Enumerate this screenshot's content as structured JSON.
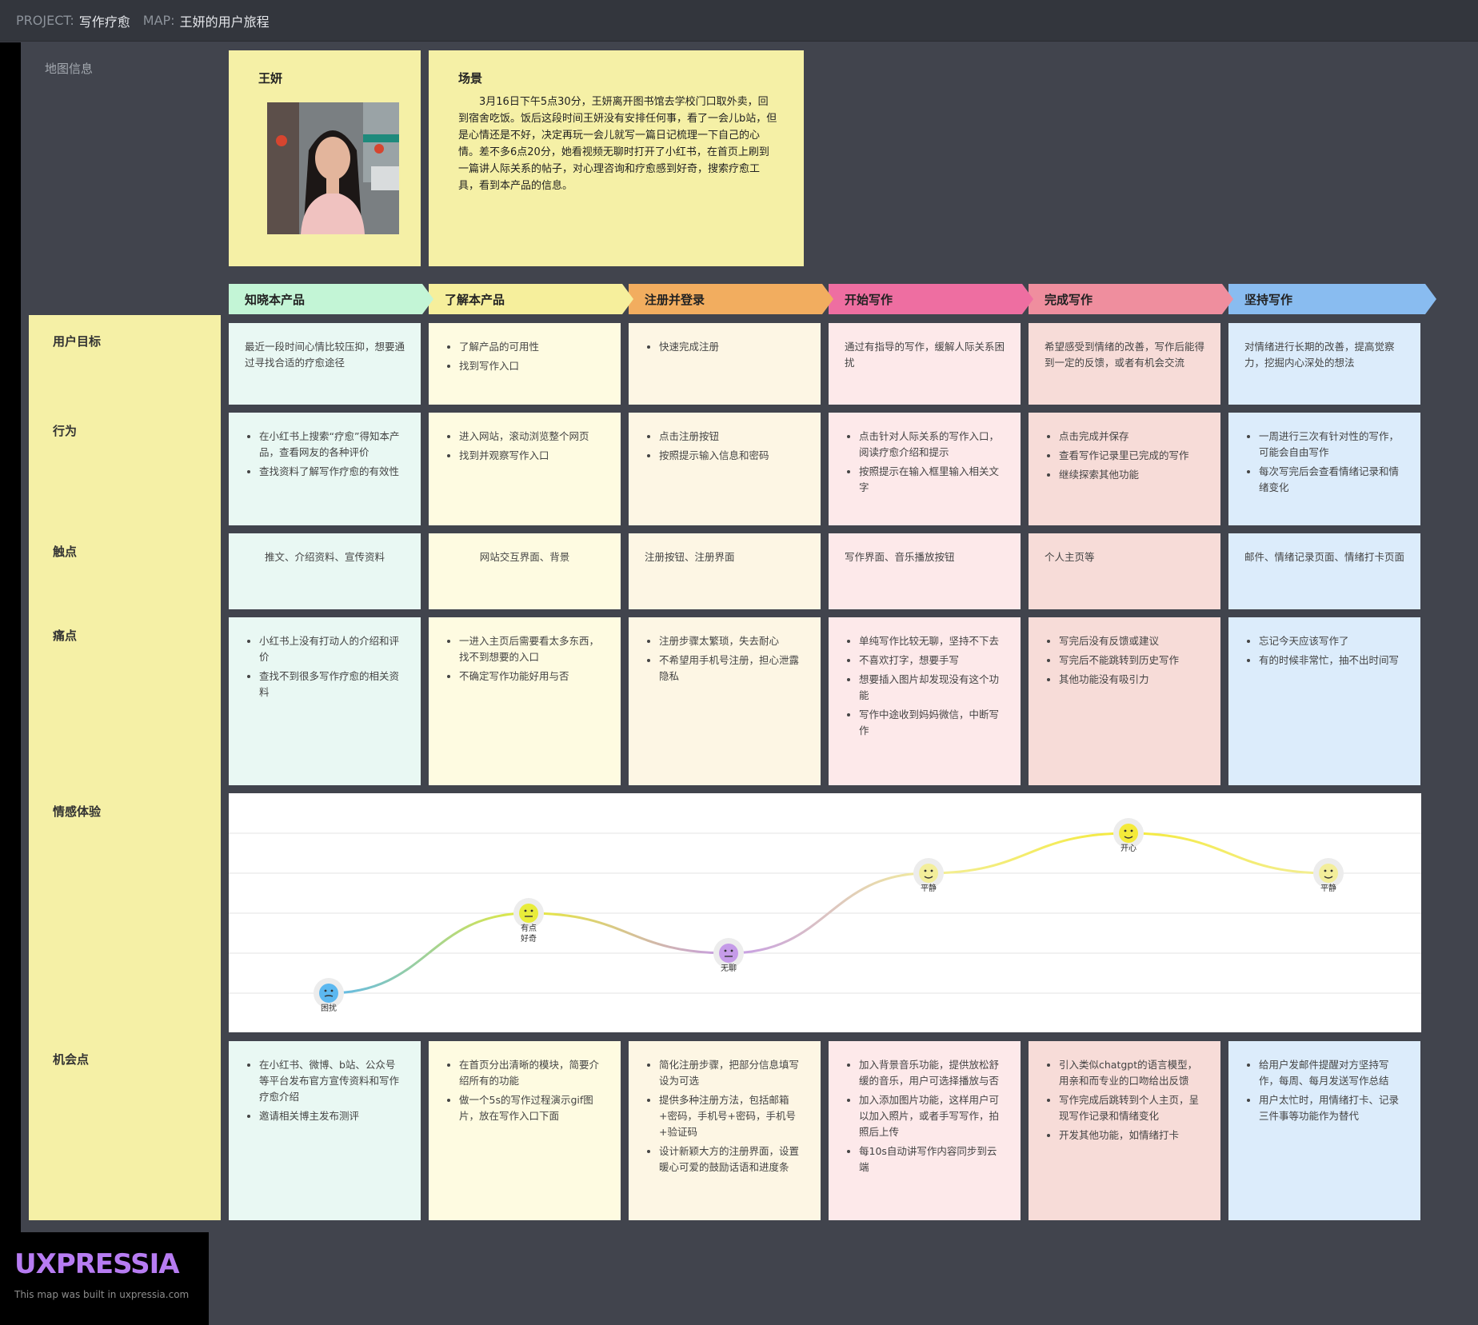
{
  "topbar": {
    "project_label": "PROJECT:",
    "project_value": "写作疗愈",
    "map_label": "MAP:",
    "map_value": "王妍的用户旅程"
  },
  "map_info_label": "地图信息",
  "persona": {
    "name": "王妍"
  },
  "scenario": {
    "title": "场景",
    "text": "3月16日下午5点30分，王妍离开图书馆去学校门口取外卖，回到宿舍吃饭。饭后这段时间王妍没有安排任何事，看了一会儿b站，但是心情还是不好，决定再玩一会儿就写一篇日记梳理一下自己的心情。差不多6点20分，她看视频无聊时打开了小红书，在首页上刷到一篇讲人际关系的帖子，对心理咨询和疗愈感到好奇，搜索疗愈工具，看到本产品的信息。"
  },
  "row_labels": [
    "用户目标",
    "行为",
    "触点",
    "痛点",
    "情感体验",
    "机会点"
  ],
  "stages": [
    {
      "label": "知晓本产品",
      "color": "#c3f5d6",
      "tint": "#e9f8f3"
    },
    {
      "label": "了解本产品",
      "color": "#f6ef9c",
      "tint": "#fefbe1"
    },
    {
      "label": "注册并登录",
      "color": "#f2ad5f",
      "tint": "#fdf6e4"
    },
    {
      "label": "开始写作",
      "color": "#ee6ea1",
      "tint": "#fde9ea"
    },
    {
      "label": "完成写作",
      "color": "#ef8e9e",
      "tint": "#f7dcd8"
    },
    {
      "label": "坚持写作",
      "color": "#89bcf0",
      "tint": "#dcecfb"
    }
  ],
  "goals": [
    {
      "text": "最近一段时间心情比较压抑，想要通过寻找合适的疗愈途径"
    },
    {
      "items": [
        "了解产品的可用性",
        "找到写作入口"
      ]
    },
    {
      "items": [
        "快速完成注册"
      ]
    },
    {
      "text": "通过有指导的写作，缓解人际关系困扰"
    },
    {
      "text": "希望感受到情绪的改善，写作后能得到一定的反馈，或者有机会交流"
    },
    {
      "text": "对情绪进行长期的改善，提高觉察力，挖掘内心深处的想法"
    }
  ],
  "behaviors": [
    [
      "在小红书上搜索“疗愈”得知本产品，查看网友的各种评价",
      "查找资料了解写作疗愈的有效性"
    ],
    [
      "进入网站，滚动浏览整个网页",
      "找到并观察写作入口"
    ],
    [
      "点击注册按钮",
      "按照提示输入信息和密码"
    ],
    [
      "点击针对人际关系的写作入口，阅读疗愈介绍和提示",
      "按照提示在输入框里输入相关文字"
    ],
    [
      "点击完成并保存",
      "查看写作记录里已完成的写作",
      "继续探索其他功能"
    ],
    [
      "一周进行三次有针对性的写作，可能会自由写作",
      "每次写完后会查看情绪记录和情绪变化"
    ]
  ],
  "touchpoints": [
    {
      "text": "推文、介绍资料、宣传资料",
      "center": true
    },
    {
      "text": "网站交互界面、背景",
      "center": true
    },
    {
      "text": "注册按钮、注册界面",
      "center": false
    },
    {
      "text": "写作界面、音乐播放按钮",
      "center": false
    },
    {
      "text": "个人主页等",
      "center": false
    },
    {
      "text": "邮件、情绪记录页面、情绪打卡页面",
      "center": false
    }
  ],
  "pains": [
    [
      "小红书上没有打动人的介绍和评价",
      "查找不到很多写作疗愈的相关资料"
    ],
    [
      "一进入主页后需要看太多东西，找不到想要的入口",
      "不确定写作功能好用与否"
    ],
    [
      "注册步骤太繁琐，失去耐心",
      "不希望用手机号注册，担心泄露隐私"
    ],
    [
      "单纯写作比较无聊，坚持不下去",
      "不喜欢打字，想要手写",
      "想要插入图片却发现没有这个功能",
      "写作中途收到妈妈微信，中断写作"
    ],
    [
      "写完后没有反馈或建议",
      "写完后不能跳转到历史写作",
      "其他功能没有吸引力"
    ],
    [
      "忘记今天应该写作了",
      "有的时候非常忙，抽不出时间写"
    ]
  ],
  "emotions": [
    {
      "label": "困扰",
      "level": 1,
      "color": "#5cb8f0"
    },
    {
      "label": "有点好奇",
      "level": 3,
      "color": "#e8ec3a"
    },
    {
      "label": "无聊",
      "level": 2,
      "color": "#c59be8"
    },
    {
      "label": "平静",
      "level": 4,
      "color": "#f3ee9a"
    },
    {
      "label": "开心",
      "level": 5,
      "color": "#f4ea3a"
    },
    {
      "label": "平静",
      "level": 4,
      "color": "#f3ee9a"
    }
  ],
  "opportunities": [
    [
      "在小红书、微博、b站、公众号等平台发布官方宣传资料和写作疗愈介绍",
      "邀请相关博主发布测评"
    ],
    [
      "在首页分出清晰的模块，简要介绍所有的功能",
      "做一个5s的写作过程演示gif图片，放在写作入口下面"
    ],
    [
      "简化注册步骤，把部分信息填写设为可选",
      "提供多种注册方法，包括邮箱+密码，手机号+密码，手机号+验证码",
      "设计新颖大方的注册界面，设置暖心可爱的鼓励话语和进度条"
    ],
    [
      "加入背景音乐功能，提供放松舒缓的音乐，用户可选择播放与否",
      "加入添加图片功能，这样用户可以加入照片，或者手写写作，拍照后上传",
      "每10s自动讲写作内容同步到云端"
    ],
    [
      "引入类似chatgpt的语言模型，用亲和而专业的口吻给出反馈",
      "写作完成后跳转到个人主页，呈现写作记录和情绪变化",
      "开发其他功能，如情绪打卡"
    ],
    [
      "给用户发邮件提醒对方坚持写作，每周、每月发送写作总结",
      "用户太忙时，用情绪打卡、记录三件事等功能作为替代"
    ]
  ],
  "brand": {
    "logo": "UXPRESSIA",
    "tagline": "This map was built in uxpressia.com"
  }
}
